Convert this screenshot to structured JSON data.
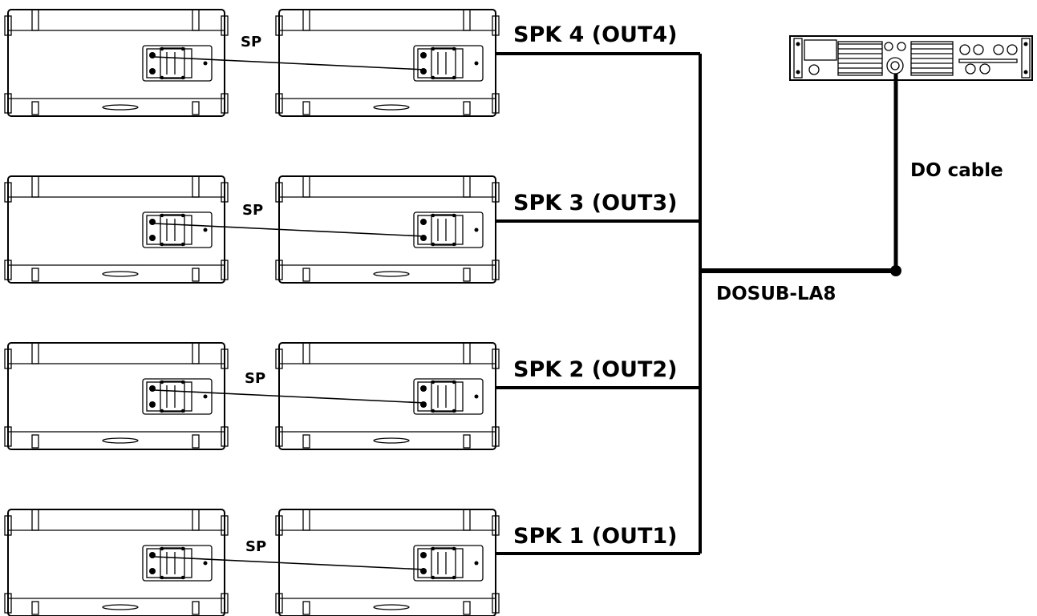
{
  "labels": {
    "out4": "SPK 4 (OUT4)",
    "out3": "SPK 3 (OUT3)",
    "out2": "SPK 2 (OUT2)",
    "out1": "SPK 1 (OUT1)",
    "sp": "SP",
    "trunk": "DOSUB-LA8",
    "do_cable": "DO cable"
  },
  "colors": {
    "line": "#000000",
    "background": "#ffffff"
  },
  "rows": [
    {
      "name": "row-out4",
      "label_key": "out4"
    },
    {
      "name": "row-out3",
      "label_key": "out3"
    },
    {
      "name": "row-out2",
      "label_key": "out2"
    },
    {
      "name": "row-out1",
      "label_key": "out1"
    }
  ]
}
